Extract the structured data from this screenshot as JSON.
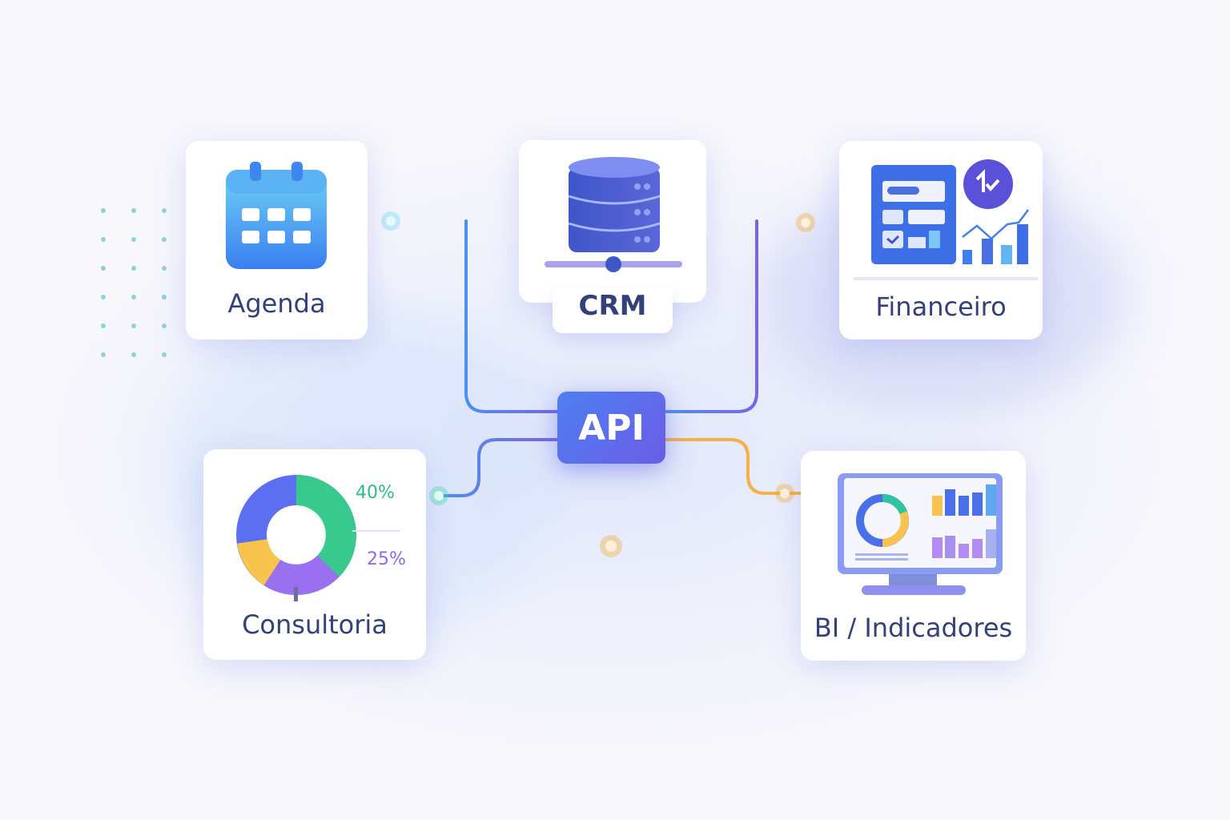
{
  "nodes": {
    "agenda": {
      "label": "Agenda"
    },
    "crm": {
      "label": "CRM"
    },
    "financeiro": {
      "label": "Financeiro"
    },
    "consultoria": {
      "label": "Consultoria",
      "pct_a": "40%",
      "pct_b": "25%"
    },
    "bi": {
      "label": "BI / Indicadores"
    },
    "api": {
      "label": "API"
    }
  },
  "colors": {
    "line": "#5b6fe0",
    "accent": "#5b5fe0",
    "green": "#2fc08c",
    "purple": "#8b6be8",
    "orange": "#f5a623",
    "cyan": "#5fd6f0"
  }
}
